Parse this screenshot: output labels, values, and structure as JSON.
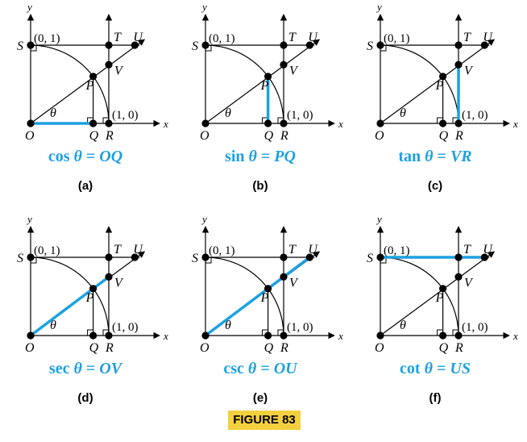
{
  "figure_label": "FIGURE 83",
  "colors": {
    "highlight": "#1da1e0",
    "caption_bg": "#f4d03f",
    "ink": "#000000"
  },
  "point_labels": {
    "S": "S",
    "T": "T",
    "U": "U",
    "P": "P",
    "V": "V",
    "O": "O",
    "Q": "Q",
    "R": "R",
    "x_axis": "x",
    "y_axis": "y",
    "top_point": "(0, 1)",
    "right_point": "(1, 0)",
    "angle": "θ"
  },
  "panels": [
    {
      "sublabel": "(a)",
      "formula_fn": "cos",
      "formula_var": "θ",
      "formula_eq": "=",
      "formula_seg": "OQ",
      "highlight": "OQ"
    },
    {
      "sublabel": "(b)",
      "formula_fn": "sin",
      "formula_var": "θ",
      "formula_eq": "=",
      "formula_seg": "PQ",
      "highlight": "PQ"
    },
    {
      "sublabel": "(c)",
      "formula_fn": "tan",
      "formula_var": "θ",
      "formula_eq": "=",
      "formula_seg": "VR",
      "highlight": "VR"
    },
    {
      "sublabel": "(d)",
      "formula_fn": "sec",
      "formula_var": "θ",
      "formula_eq": "=",
      "formula_seg": "OV",
      "highlight": "OV"
    },
    {
      "sublabel": "(e)",
      "formula_fn": "csc",
      "formula_var": "θ",
      "formula_eq": "=",
      "formula_seg": "OU",
      "highlight": "OU"
    },
    {
      "sublabel": "(f)",
      "formula_fn": "cot",
      "formula_var": "θ",
      "formula_eq": "=",
      "formula_seg": "US",
      "highlight": "US"
    }
  ]
}
